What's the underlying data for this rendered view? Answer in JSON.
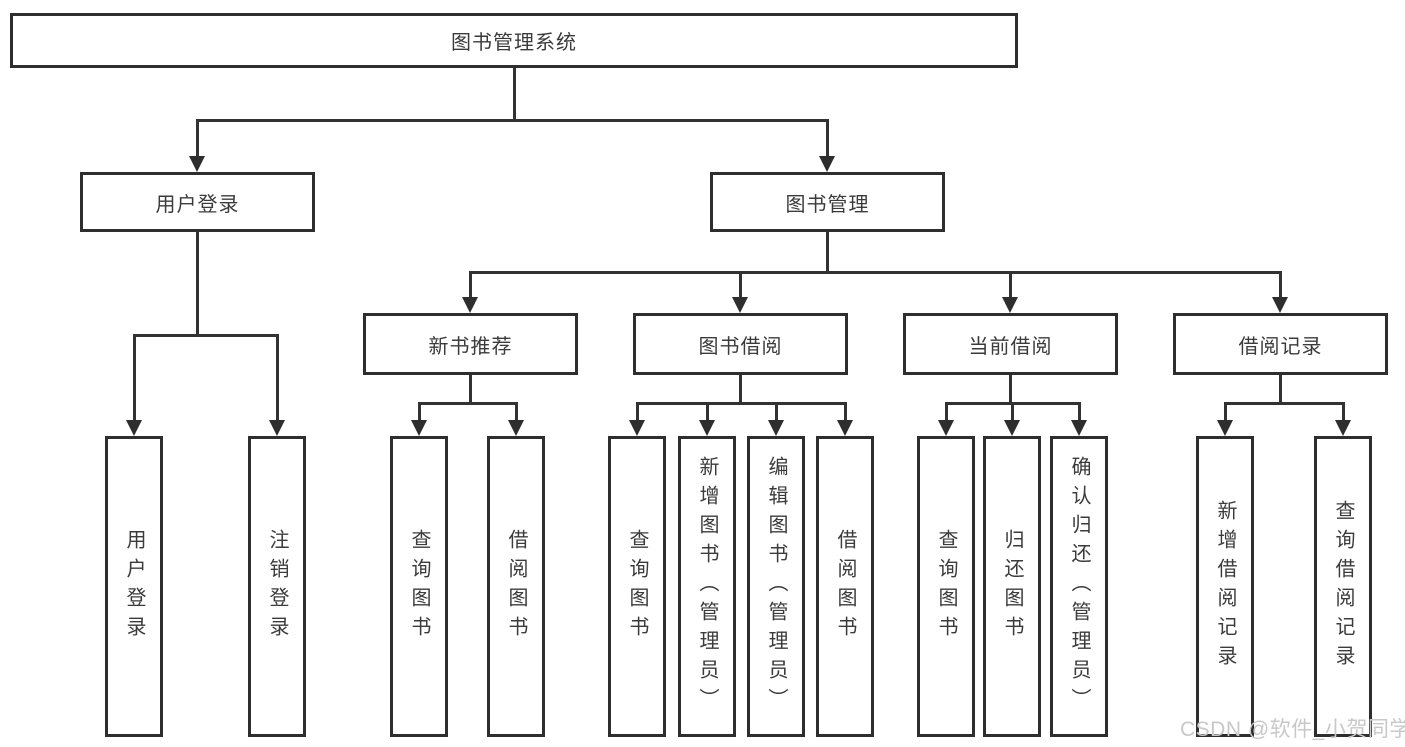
{
  "nodes": {
    "root": {
      "label": "图书管理系统"
    },
    "branches": [
      {
        "label": "用户登录"
      },
      {
        "label": "图书管理"
      }
    ],
    "modules": [
      {
        "label": "新书推荐",
        "parent": "图书管理"
      },
      {
        "label": "图书借阅",
        "parent": "图书管理"
      },
      {
        "label": "当前借阅",
        "parent": "图书管理"
      },
      {
        "label": "借阅记录",
        "parent": "图书管理"
      }
    ],
    "leaves": [
      {
        "label": "用户登录",
        "parent": "用户登录"
      },
      {
        "label": "注销登录",
        "parent": "用户登录"
      },
      {
        "label": "查询图书",
        "parent": "新书推荐"
      },
      {
        "label": "借阅图书",
        "parent": "新书推荐"
      },
      {
        "label": "查询图书",
        "parent": "图书借阅"
      },
      {
        "label": "新增图书（管理员）",
        "parent": "图书借阅"
      },
      {
        "label": "编辑图书（管理员）",
        "parent": "图书借阅"
      },
      {
        "label": "借阅图书",
        "parent": "图书借阅"
      },
      {
        "label": "查询图书",
        "parent": "当前借阅"
      },
      {
        "label": "归还图书",
        "parent": "当前借阅"
      },
      {
        "label": "确认归还（管理员）",
        "parent": "当前借阅"
      },
      {
        "label": "新增借阅记录",
        "parent": "借阅记录"
      },
      {
        "label": "查询借阅记录",
        "parent": "借阅记录"
      }
    ]
  },
  "watermark": {
    "text": "CSDN @软件_小贺同学"
  },
  "colors": {
    "line": "#323232",
    "border": "#2e2e2e",
    "text": "#3b3b3b",
    "background": "#ffffff",
    "watermark": "#c8c8c8"
  }
}
